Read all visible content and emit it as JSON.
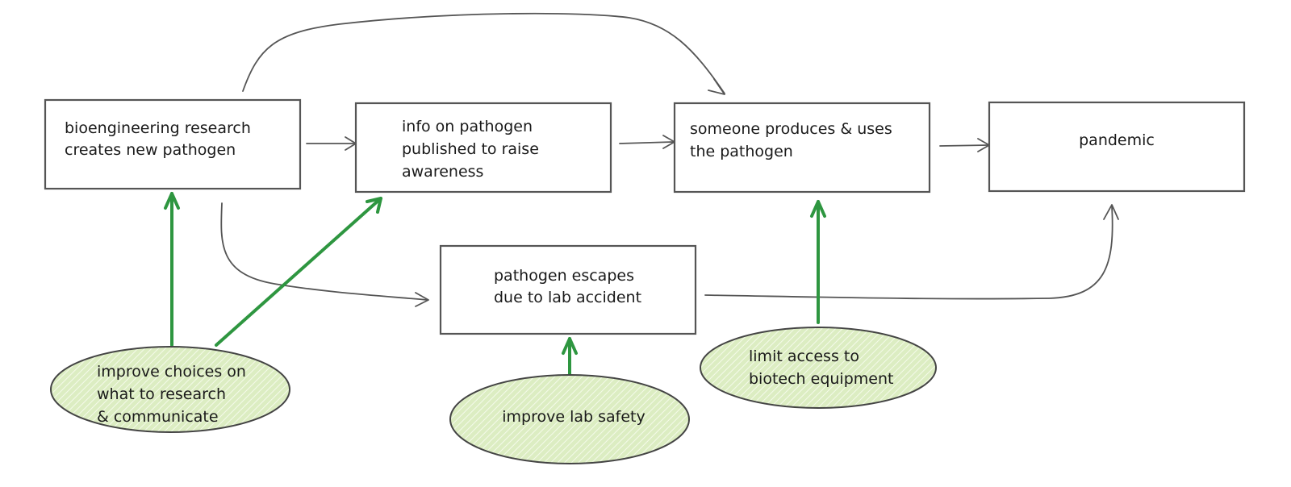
{
  "diagram": {
    "title": "Pathogen risk pathway diagram",
    "colors": {
      "box_stroke": "#555555",
      "arrow_gray": "#555555",
      "intervention_arrow": "#2e9640",
      "intervention_fill": "#dcedc2",
      "text": "#1a1a1a"
    },
    "nodes": {
      "research": {
        "lines": [
          "bioengineering research",
          "creates new pathogen"
        ]
      },
      "info": {
        "lines": [
          "info on pathogen",
          "published to raise",
          "awareness"
        ]
      },
      "produce": {
        "lines": [
          "someone produces & uses",
          "the pathogen"
        ]
      },
      "pandemic": {
        "lines": [
          "pandemic"
        ]
      },
      "escape": {
        "lines": [
          "pathogen escapes",
          "due to lab accident"
        ]
      }
    },
    "interventions": {
      "choices": {
        "lines": [
          "improve choices on",
          "what to research",
          "& communicate"
        ]
      },
      "safety": {
        "lines": [
          "improve lab safety"
        ]
      },
      "access": {
        "lines": [
          "limit access to",
          "biotech equipment"
        ]
      }
    },
    "edges": [
      {
        "from": "research",
        "to": "info",
        "type": "causal"
      },
      {
        "from": "info",
        "to": "produce",
        "type": "causal"
      },
      {
        "from": "produce",
        "to": "pandemic",
        "type": "causal"
      },
      {
        "from": "research",
        "to": "produce",
        "type": "causal"
      },
      {
        "from": "research",
        "to": "escape",
        "type": "causal"
      },
      {
        "from": "escape",
        "to": "pandemic",
        "type": "causal"
      },
      {
        "from": "choices",
        "to": "research",
        "type": "intervention"
      },
      {
        "from": "choices",
        "to": "info",
        "type": "intervention"
      },
      {
        "from": "safety",
        "to": "escape",
        "type": "intervention"
      },
      {
        "from": "access",
        "to": "produce",
        "type": "intervention"
      }
    ]
  }
}
